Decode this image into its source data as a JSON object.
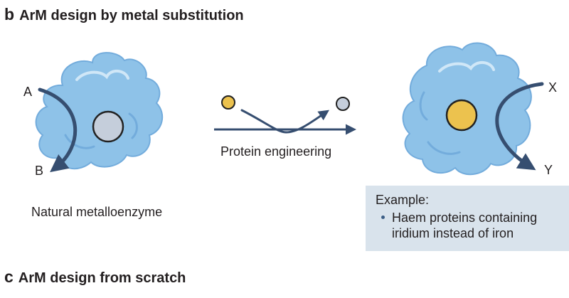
{
  "panel_b": {
    "letter": "b",
    "title": "ArM design by metal substitution",
    "natural_enzyme": {
      "entry_label": "A",
      "exit_label": "B",
      "caption": "Natural metalloenzyme"
    },
    "arrow_caption": "Protein engineering",
    "artificial_enzyme": {
      "entry_label": "X",
      "exit_label": "Y"
    },
    "example": {
      "title": "Example:",
      "items": [
        "Haem proteins containing iridium instead of iron"
      ]
    }
  },
  "panel_c": {
    "letter": "c",
    "title": "ArM design from scratch"
  },
  "colors": {
    "protein_fill": "#8ec2e8",
    "protein_shade": "#73acdc",
    "protein_highlight": "#d0e7f7",
    "arrow": "#364e70",
    "native_metal": "#c5cedb",
    "substituted_metal": "#ecc24e",
    "example_background": "#d9e3ec",
    "bullet": "#3b5d85"
  }
}
